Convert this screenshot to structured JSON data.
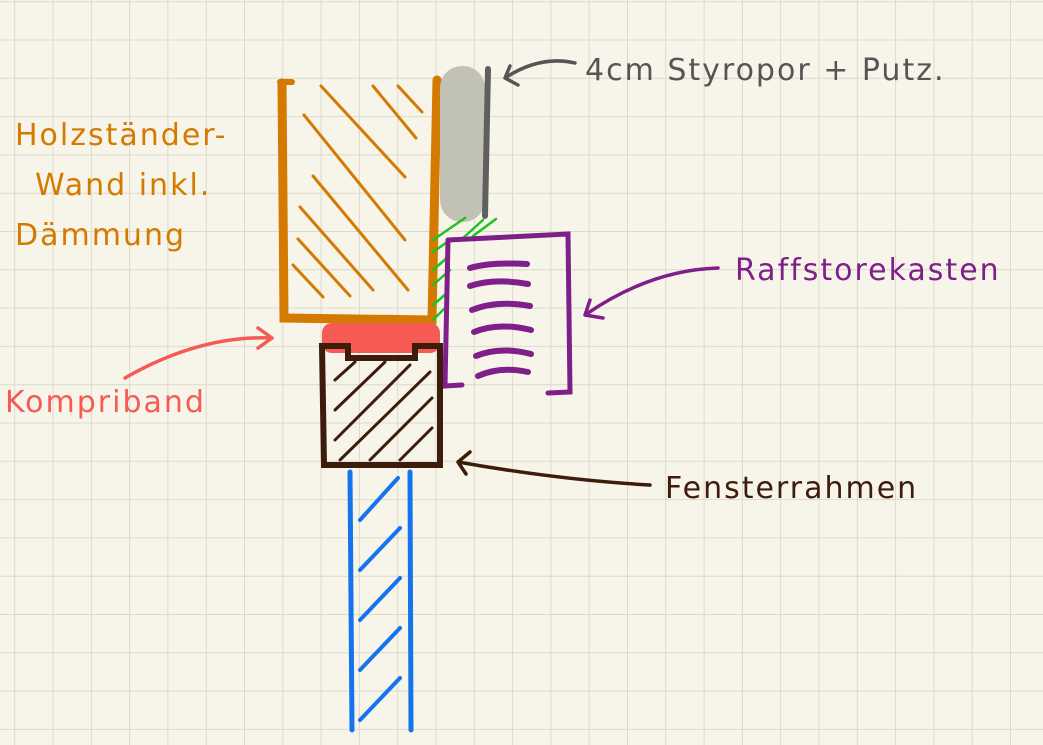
{
  "labels": {
    "styropor": "4cm Styropor + Putz.",
    "wall_line1": "Holzständer-",
    "wall_line2": "Wand inkl.",
    "wall_line3": "Dämmung",
    "raffstore": "Raffstorekasten",
    "kompriband": "Kompriband",
    "fensterrahmen": "Fensterrahmen"
  },
  "colors": {
    "paper": "#f7f5e9",
    "grid": "#dcdacb",
    "wall": "#d57a00",
    "styropor_fill": "#c1c1b5",
    "putz": "#5f5f5f",
    "seal_green": "#1fc21f",
    "raffstore": "#7f1f8a",
    "kompriband": "#f65a55",
    "frame": "#3d1c0c",
    "glass": "#1673ee",
    "styropor_label": "#555555"
  }
}
